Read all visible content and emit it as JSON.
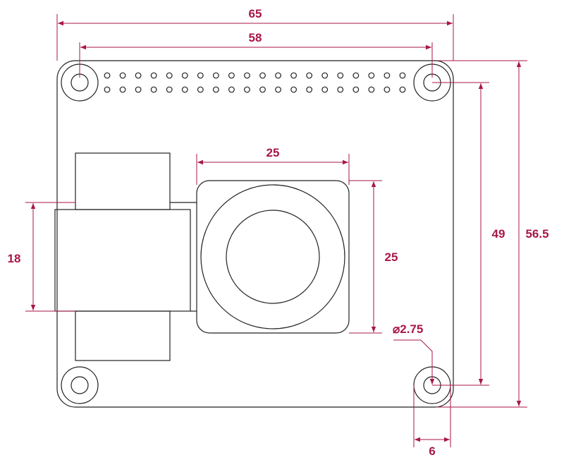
{
  "dimensions": {
    "board_width": "65",
    "hole_spacing_x": "58",
    "camera_width": "25",
    "camera_height": "25",
    "connector_height": "18",
    "hole_spacing_y": "49",
    "board_height": "56.5",
    "hole_diameter": "⌀2.75",
    "hole_offset": "6"
  },
  "colors": {
    "dimension": "#a8164a",
    "outline": "#222222"
  },
  "header": {
    "columns": 20,
    "rows": 2
  }
}
